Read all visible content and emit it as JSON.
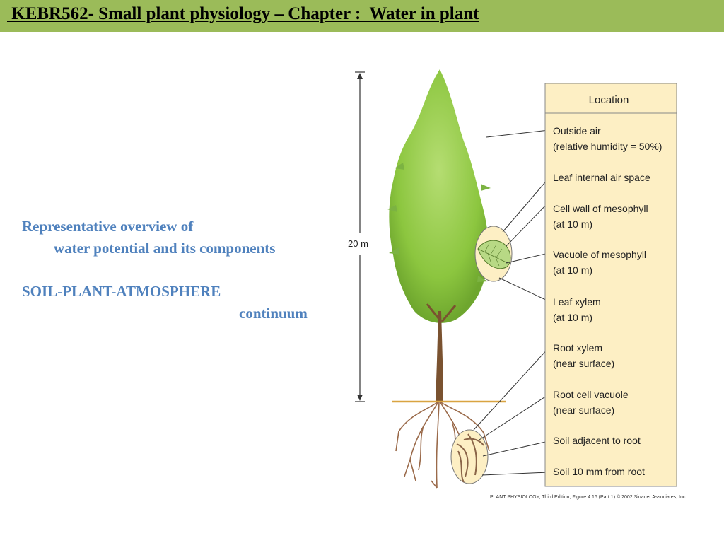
{
  "slide": {
    "title": " KEBR562- Small plant physiology – Chapter :  Water in plant",
    "overview_line1": "Representative overview of",
    "overview_line2": "water potential and its components",
    "continuum_line1": "SOIL-PLANT-ATMOSPHERE",
    "continuum_line2": "continuum"
  },
  "figure": {
    "height_label": "20 m",
    "table_header": "Location",
    "locations": [
      {
        "line1": "Outside air",
        "line2": "(relative humidity = 50%)"
      },
      {
        "line1": "Leaf internal air space",
        "line2": ""
      },
      {
        "line1": "Cell wall of mesophyll",
        "line2": "(at 10 m)"
      },
      {
        "line1": "Vacuole of mesophyll",
        "line2": "(at 10 m)"
      },
      {
        "line1": "Leaf xylem",
        "line2": "(at 10 m)"
      },
      {
        "line1": "Root xylem",
        "line2": "(near surface)"
      },
      {
        "line1": "Root cell vacuole",
        "line2": "(near surface)"
      },
      {
        "line1": "Soil adjacent to root",
        "line2": ""
      },
      {
        "line1": "Soil 10 mm from root",
        "line2": ""
      }
    ],
    "credit": "PLANT PHYSIOLOGY, Third Edition, Figure 4.16 (Part 1)  © 2002 Sinauer Associates, Inc."
  },
  "colors": {
    "header_bar": "#9bbb59",
    "body_text": "#4f81bd",
    "table_fill": "#fdefc4",
    "foliage": "#8cc63f",
    "trunk": "#7a5230",
    "roots": "#9a6a4a"
  }
}
